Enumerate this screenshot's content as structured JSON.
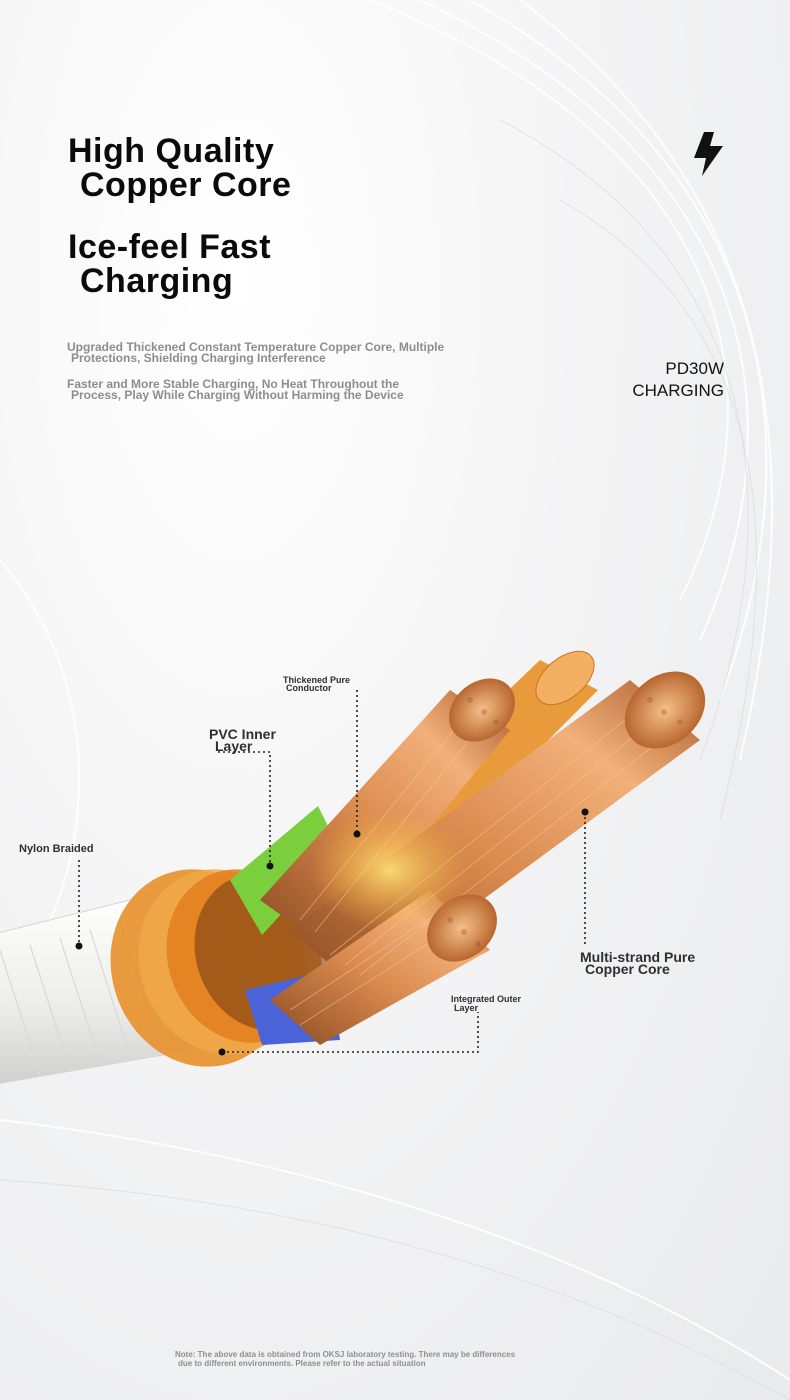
{
  "heading1": {
    "line1": "High Quality",
    "line2": "Copper Core"
  },
  "heading2": {
    "line1": "Ice-feel Fast",
    "line2": "Charging"
  },
  "description1": {
    "line1": "Upgraded Thickened Constant Temperature Copper Core, Multiple",
    "line2": "Protections, Shielding Charging Interference"
  },
  "description2": {
    "line1": "Faster and More Stable Charging, No Heat Throughout the",
    "line2": "Process, Play While Charging Without Harming the Device"
  },
  "badge": {
    "line1": "PD30W",
    "line2": "CHARGING",
    "icon": "lightning-bolt-icon"
  },
  "callouts": {
    "conductor": {
      "line1": "Thickened Pure",
      "line2": "Conductor"
    },
    "pvc": {
      "line1": "PVC Inner",
      "line2": "Layer"
    },
    "nylon": {
      "line1": "Nylon Braided"
    },
    "copper": {
      "line1": "Multi-strand Pure",
      "line2": "Copper Core"
    },
    "outer": {
      "line1": "Integrated Outer",
      "line2": "Layer"
    }
  },
  "note": {
    "line1": "Note: The above data is obtained from OKSJ laboratory testing. There may be differences",
    "line2": "due to different environments. Please refer to the actual situation"
  },
  "colors": {
    "copper": "#c8733a",
    "orange_ring": "#e8902a",
    "green_layer": "#7ccf3c",
    "blue_layer": "#4a63d8",
    "braid": "#f5f5f3"
  }
}
